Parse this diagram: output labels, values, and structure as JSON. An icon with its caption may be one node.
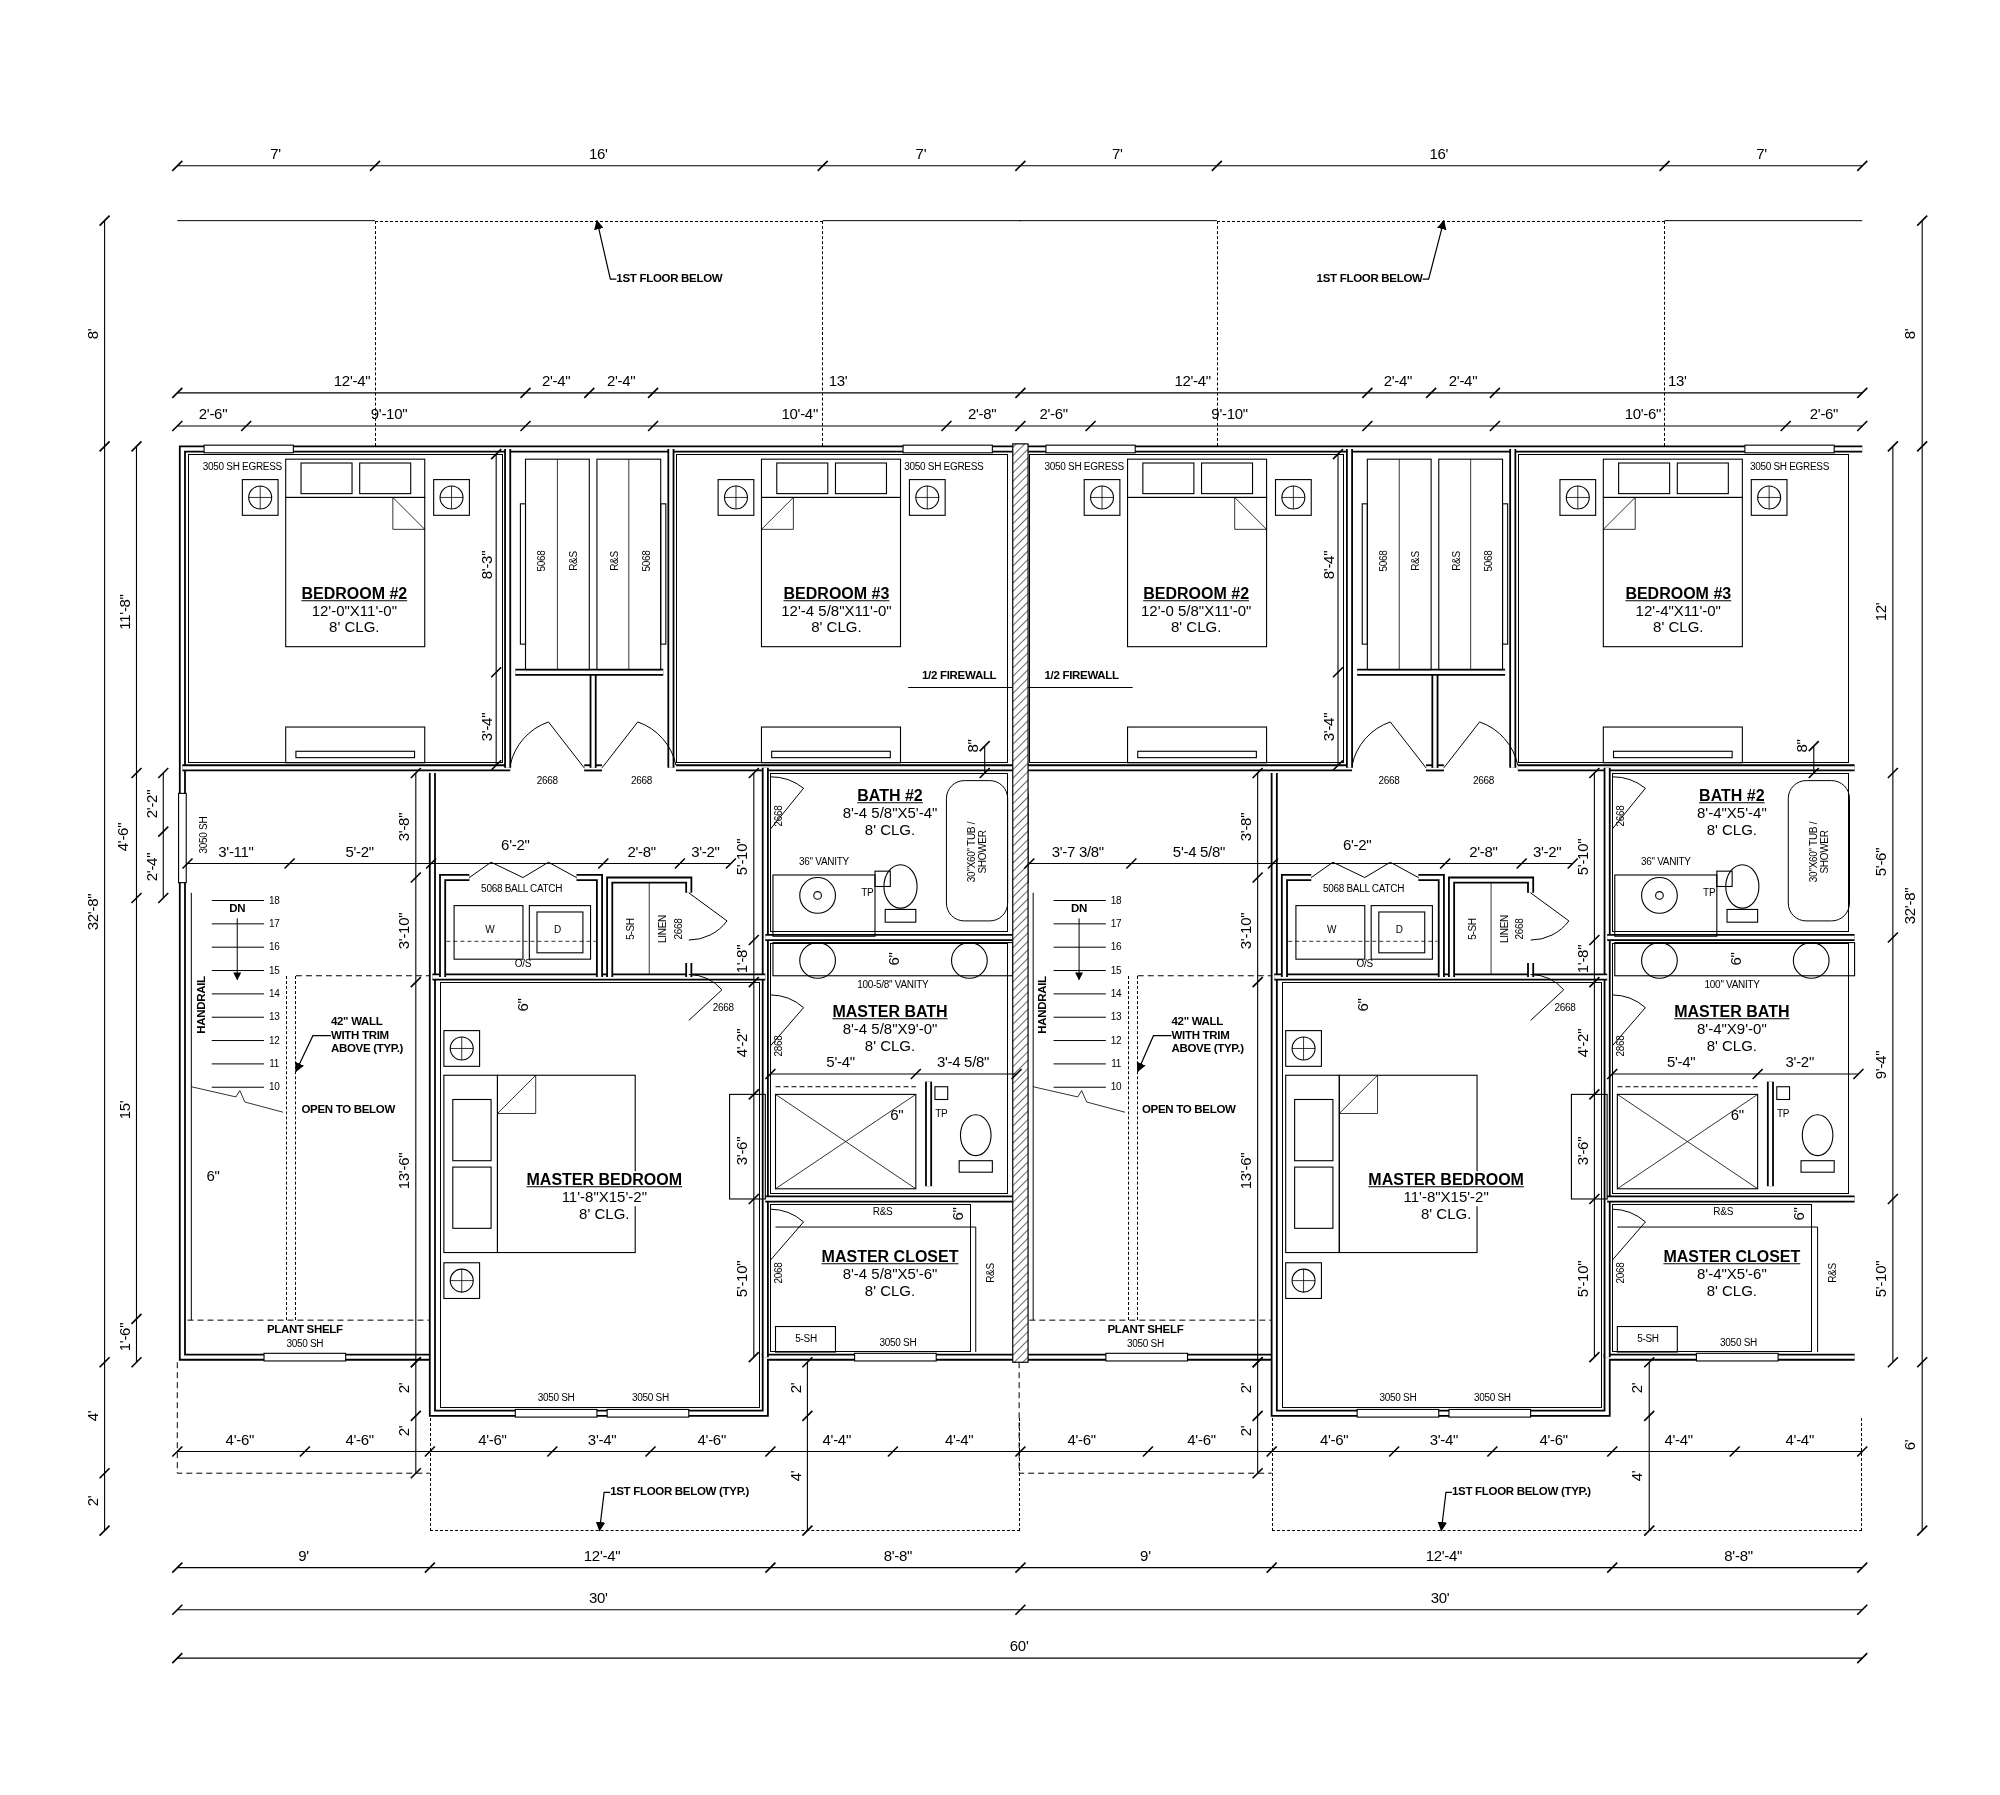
{
  "diagram": {
    "nodes": [
      {
        "text": [
          "BEDROOM #2",
          "12'-0\"X11'-0\"",
          "8' CLG."
        ]
      },
      {
        "text": [
          "BEDROOM #3",
          "12'-4 5/8\"X11'-0\"",
          "8' CLG."
        ]
      },
      {
        "text": [
          "BATH #2",
          "8'-4 5/8\"X5'-4\"",
          "8' CLG."
        ]
      },
      {
        "text": [
          "MASTER BATH",
          "8'-4 5/8\"X9'-0\"",
          "8' CLG."
        ]
      },
      {
        "text": [
          "MASTER BEDROOM",
          "11'-8\"X15'-2\"",
          "8' CLG."
        ]
      },
      {
        "text": [
          "MASTER CLOSET",
          "8'-4 5/8\"X5'-6\"",
          "8' CLG."
        ]
      },
      {
        "text": [
          "BEDROOM #2",
          "12'-0 5/8\"X11'-0\"",
          "8' CLG."
        ]
      },
      {
        "text": [
          "BEDROOM #3",
          "12'-4\"X11'-0\"",
          "8' CLG."
        ]
      },
      {
        "text": [
          "BATH #2",
          "8'-4\"X5'-4\"",
          "8' CLG."
        ]
      },
      {
        "text": [
          "MASTER BATH",
          "8'-4\"X9'-0\"",
          "8' CLG."
        ]
      },
      {
        "text": [
          "MASTER BEDROOM",
          "11'-8\"X15'-2\"",
          "8' CLG."
        ]
      },
      {
        "text": [
          "MASTER CLOSET",
          "8'-4\"X5'-6\"",
          "8' CLG."
        ]
      },
      {
        "text": [],
        "shape": "box"
      },
      {
        "text": [
          "1ST FLOOR BELOW"
        ],
        "in": 12
      },
      {
        "text": [],
        "shape": "box"
      },
      {
        "text": [
          "1ST FLOOR BELOW"
        ],
        "in": 14
      },
      {
        "text": [
          "42\" WALL WITH TRIM ABOVE (TYP.)"
        ]
      },
      {
        "text": [],
        "shape": "box"
      },
      {
        "text": [
          "42\" WALL WITH TRIM ABOVE (TYP.)"
        ]
      },
      {
        "text": [],
        "shape": "box"
      },
      {
        "text": [],
        "shape": "box"
      },
      {
        "text": [
          "1ST FLOOR BELOW (TYP.)"
        ],
        "in": 20
      },
      {
        "text": [],
        "shape": "box"
      },
      {
        "text": [
          "1ST FLOOR BELOW (TYP.)"
        ],
        "in": 22
      }
    ],
    "edges": [
      {
        "from": 13,
        "to": 12,
        "arrow": "to"
      },
      {
        "from": 15,
        "to": 14,
        "arrow": "to"
      },
      {
        "from": 16,
        "to": 17,
        "arrow": "to"
      },
      {
        "from": 18,
        "to": 19,
        "arrow": "to"
      },
      {
        "from": 21,
        "to": 20,
        "arrow": "to"
      },
      {
        "from": 23,
        "to": 22,
        "arrow": "to"
      }
    ],
    "labels": [
      "7'",
      "16'",
      "7'",
      "7'",
      "16'",
      "7'",
      "8'",
      "8'",
      "12'-4\"",
      "2'-4\"",
      "2'-4\"",
      "13'",
      "12'-4\"",
      "2'-4\"",
      "2'-4\"",
      "13'",
      "2'-6\"",
      "9'-10\"",
      "10'-4\"",
      "2'-8\"",
      "2'-6\"",
      "9'-10\"",
      "10'-6\"",
      "2'-6\"",
      "3050 SH EGRESS",
      "3050 SH EGRESS",
      "3050 SH EGRESS",
      "3050 SH EGRESS",
      "8'-3\"",
      "5068",
      "R&S",
      "R&S",
      "5068",
      "8'-4\"",
      "5068",
      "R&S",
      "R&S",
      "5068",
      "11'-8\"",
      "12'",
      "1/2 FIREWALL",
      "1/2 FIREWALL",
      "3'-4\"",
      "8\"",
      "3'-4\"",
      "8\"",
      "2668",
      "2668",
      "2668",
      "2668",
      "2'-2\"",
      "4'-6\"",
      "3050 SH",
      "2'-4\"",
      "32'-8\"",
      "3'-8\"",
      "2668",
      "5'-10\"",
      "3'-8\"",
      "2668",
      "5'-10\"",
      "5'-6\"",
      "32'-8\"",
      "3'-11\"",
      "5'-2\"",
      "6'-2\"",
      "2'-8\"",
      "3'-2\"",
      "36\" VANITY",
      "TP",
      "30\"X60\" TUB / SHOWER",
      "3'-7 3/8\"",
      "5'-4 5/8\"",
      "6'-2\"",
      "2'-8\"",
      "3'-2\"",
      "36\" VANITY",
      "TP",
      "30\"X60\" TUB / SHOWER",
      "5068 BALL CATCH",
      "W",
      "D",
      "O/S",
      "5-SH",
      "LINEN",
      "2668",
      "5068 BALL CATCH",
      "W",
      "D",
      "O/S",
      "5-SH",
      "LINEN",
      "2668",
      "DN",
      "18",
      "17",
      "16",
      "15",
      "14",
      "13",
      "12",
      "11",
      "10",
      "3'-10\"",
      "2668",
      "1'-8\"",
      "6\"",
      "100-5/8\" VANITY",
      "6\"",
      "HANDRAIL",
      "DN",
      "18",
      "17",
      "16",
      "15",
      "14",
      "13",
      "12",
      "11",
      "10",
      "3'-10\"",
      "2668",
      "1'-8\"",
      "6\"",
      "100\" VANITY",
      "6\"",
      "HANDRAIL",
      "4'-2\"",
      "2868",
      "5'-4\"",
      "3'-4 5/8\"",
      "4'-2\"",
      "2868",
      "5'-4\"",
      "3'-2\"",
      "9'-4\"",
      "OPEN TO BELOW",
      "15'",
      "6\"",
      "TP",
      "OPEN TO BELOW",
      "6\"",
      "TP",
      "3'-6\"",
      "13'-6\"",
      "6\"",
      "3'-6\"",
      "13'-6\"",
      "R&S",
      "6\"",
      "R&S",
      "6\"",
      "2068",
      "5'-10\"",
      "R&S",
      "2068",
      "5'-10\"",
      "R&S",
      "5'-10\"",
      "PLANT SHELF",
      "3050 SH",
      "5-SH",
      "3050 SH",
      "PLANT SHELF",
      "3050 SH",
      "5-SH",
      "3050 SH",
      "1'-6\"",
      "3050 SH",
      "3050 SH",
      "3050 SH",
      "3050 SH",
      "2'",
      "2'",
      "2'",
      "2'",
      "4'",
      "6'",
      "4'-6\"",
      "4'-6\"",
      "2'",
      "4'-6\"",
      "3'-4\"",
      "4'-6\"",
      "4'-4\"",
      "4'-4\"",
      "4'-6\"",
      "4'-6\"",
      "2'",
      "4'-6\"",
      "3'-4\"",
      "4'-6\"",
      "4'-4\"",
      "4'-4\"",
      "4'",
      "4'",
      "2'",
      "9'",
      "12'-4\"",
      "8'-8\"",
      "9'",
      "12'-4\"",
      "8'-8\"",
      "30'",
      "30'",
      "60'"
    ]
  }
}
